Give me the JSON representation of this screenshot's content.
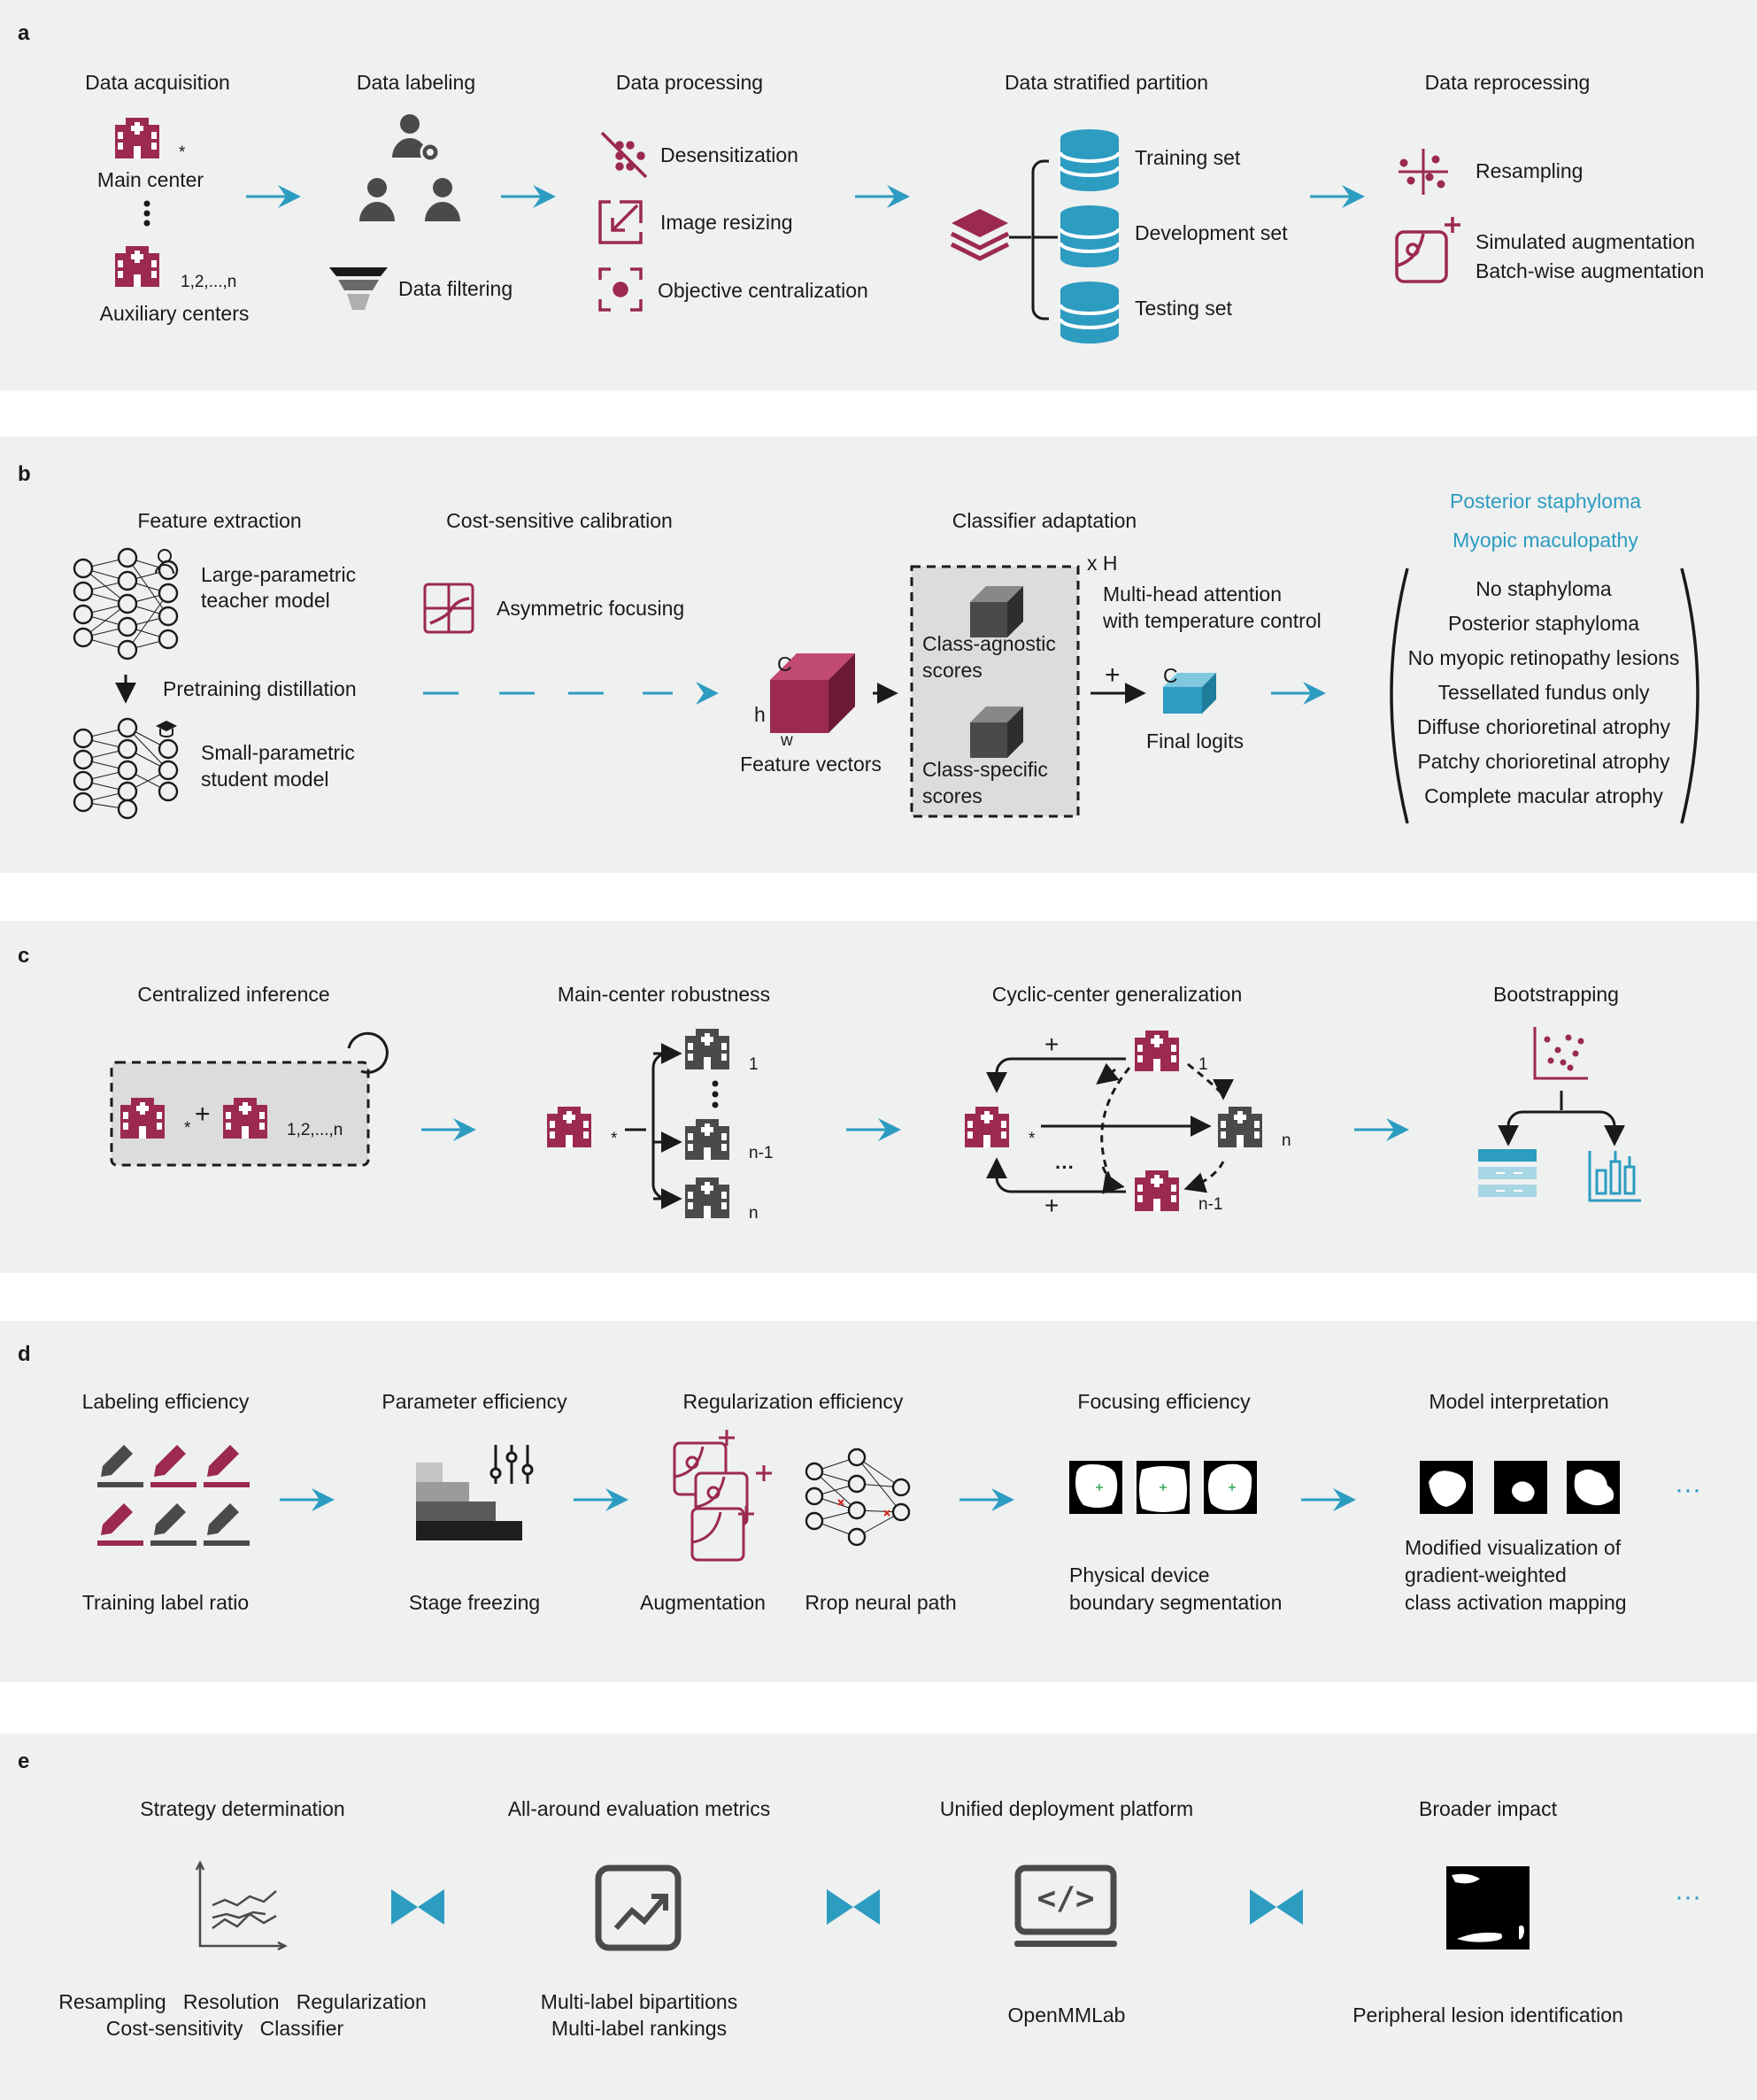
{
  "colors": {
    "accent": "#2d9cc1",
    "hospital": "#9b2a4e",
    "gray": "#4a4a4a",
    "panel": "#eff0f0"
  },
  "a": {
    "label": "a",
    "acquisition": {
      "title": "Data acquisition",
      "main": "Main center",
      "aux": "Auxiliary centers",
      "star": "*",
      "sub": "1,2,...,n"
    },
    "labeling": {
      "title": "Data labeling",
      "filter": "Data filtering"
    },
    "processing": {
      "title": "Data processing",
      "items": [
        "Desensitization",
        "Image resizing",
        "Objective centralization"
      ]
    },
    "partition": {
      "title": "Data stratified partition",
      "items": [
        "Training set",
        "Development set",
        "Testing set"
      ]
    },
    "reprocessing": {
      "title": "Data reprocessing",
      "items": [
        "Resampling",
        "Simulated augmentation",
        "Batch-wise augmentation"
      ]
    }
  },
  "b": {
    "label": "b",
    "feature": {
      "title": "Feature extraction",
      "teacher": [
        "Large-parametric",
        "teacher model"
      ],
      "distill": "Pretraining distillation",
      "student": [
        "Small-parametric",
        "student model"
      ]
    },
    "cost": {
      "title": "Cost-sensitive calibration",
      "item": "Asymmetric focusing"
    },
    "classifier": {
      "title": "Classifier adaptation",
      "xh": "x H",
      "mha": [
        "Multi-head attention",
        "with temperature control"
      ],
      "agnostic": [
        "Class-agnostic",
        "scores"
      ],
      "specific": [
        "Class-specific",
        "scores"
      ],
      "fv": "Feature vectors",
      "logits": "Final logits",
      "c": "C",
      "h": "h",
      "w": "w",
      "plus": "+"
    },
    "outputs": {
      "tags": [
        "Posterior staphyloma",
        "Myopic maculopathy"
      ],
      "items": [
        "No staphyloma",
        "Posterior staphyloma",
        "No myopic retinopathy lesions",
        "Tessellated fundus only",
        "Diffuse chorioretinal atrophy",
        "Patchy chorioretinal atrophy",
        "Complete macular atrophy"
      ]
    }
  },
  "c": {
    "label": "c",
    "titles": [
      "Centralized inference",
      "Main-center robustness",
      "Cyclic-center generalization",
      "Bootstrapping"
    ],
    "star": "*",
    "plus": "+",
    "sub_all": "1,2,...,n",
    "subs": [
      "1",
      "n-1",
      "n"
    ],
    "cyc_subs": [
      "1",
      "n",
      "n-1"
    ],
    "dots": "···"
  },
  "d": {
    "label": "d",
    "titles": [
      "Labeling efficiency",
      "Parameter efficiency",
      "Regularization efficiency",
      "Focusing efficiency",
      "Model interpretation"
    ],
    "captions": [
      "Training label ratio",
      "Stage freezing",
      "Augmentation",
      "Rrop neural path"
    ],
    "focus": [
      "Physical device",
      "boundary segmentation"
    ],
    "interp": [
      "Modified visualization of",
      "gradient-weighted",
      "class activation mapping"
    ],
    "more": "···"
  },
  "e": {
    "label": "e",
    "titles": [
      "Strategy determination",
      "All-around evaluation metrics",
      "Unified deployment platform",
      "Broader impact"
    ],
    "strategy": [
      "Resampling   Resolution   Regularization",
      "Cost-sensitivity   Classifier"
    ],
    "metrics": [
      "Multi-label bipartitions",
      "Multi-label rankings"
    ],
    "platform": "OpenMMLab",
    "impact": "Peripheral lesion identification",
    "code": "</>",
    "more": "···"
  }
}
